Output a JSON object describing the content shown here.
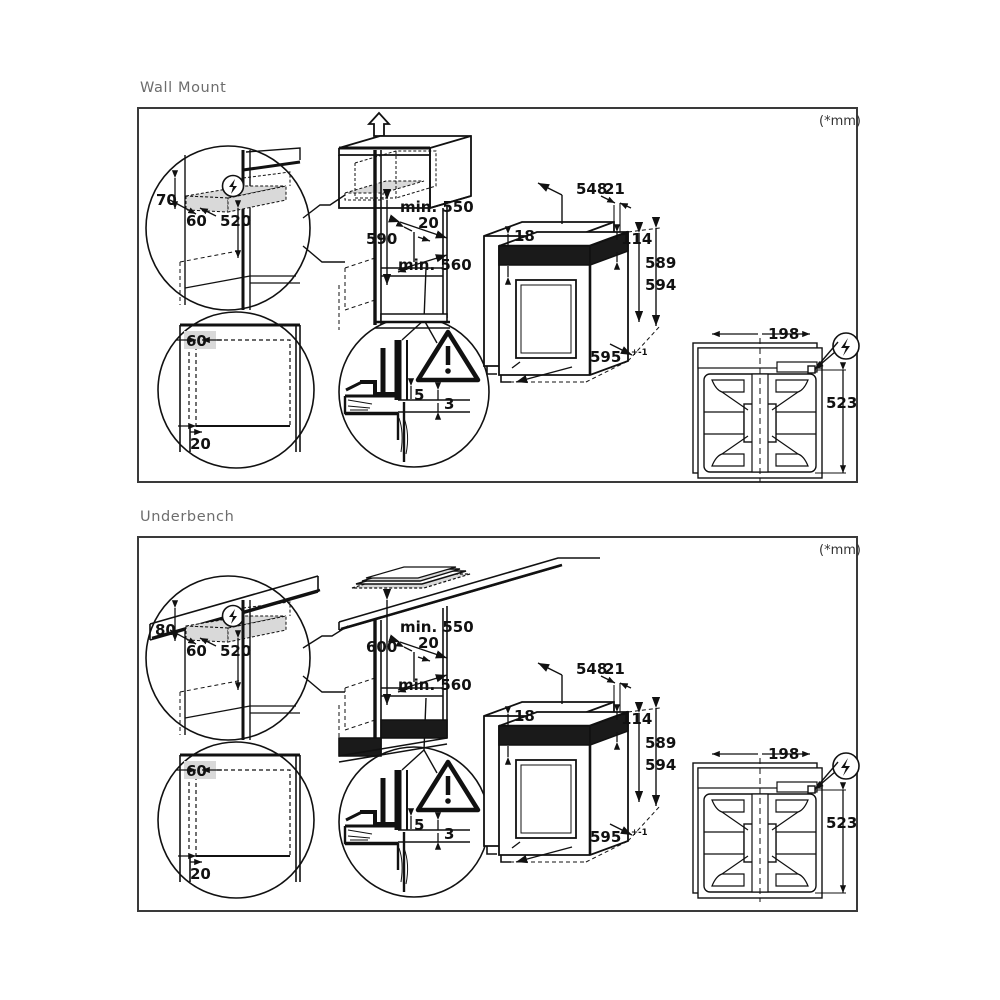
{
  "page": {
    "units_note": "(*mm)"
  },
  "sections": [
    {
      "id": "wall-mount",
      "title": "Wall Mount",
      "units_note": "(*mm)",
      "cabinet": {
        "height_to_shelf": "590",
        "min_depth_upper": "min. 550",
        "gap": "20",
        "min_depth_lower": "min. 560"
      },
      "electrical_inset": {
        "top_offset": "70",
        "side_offset": "60",
        "zone_height": "520",
        "icon": "lightning-bolt-icon"
      },
      "clearance_inset": {
        "front_gap": "60",
        "rear_gap": "20"
      },
      "worktop_inset": {
        "overhang": "5",
        "thickness": "3",
        "icon": "warning-triangle-icon"
      },
      "oven": {
        "depth_body": "548",
        "door_thickness": "21",
        "panel_height": "18",
        "control_height": "114",
        "height_body": "589",
        "height_overall": "594",
        "width": "595",
        "width_tolerance": "+-1"
      },
      "hob": {
        "burner_width": "198",
        "depth": "523",
        "icon": "lightning-bolt-icon"
      }
    },
    {
      "id": "underbench",
      "title": "Underbench",
      "units_note": "(*mm)",
      "cabinet": {
        "height_to_shelf": "600",
        "min_depth_upper": "min. 550",
        "gap": "20",
        "min_depth_lower": "min. 560"
      },
      "electrical_inset": {
        "top_offset": "80",
        "side_offset": "60",
        "zone_height": "520",
        "icon": "lightning-bolt-icon"
      },
      "clearance_inset": {
        "front_gap": "60",
        "rear_gap": "20"
      },
      "worktop_inset": {
        "overhang": "5",
        "thickness": "3",
        "icon": "warning-triangle-icon"
      },
      "oven": {
        "depth_body": "548",
        "door_thickness": "21",
        "panel_height": "18",
        "control_height": "114",
        "height_body": "589",
        "height_overall": "594",
        "width": "595",
        "width_tolerance": "+-1"
      },
      "hob": {
        "burner_width": "198",
        "depth": "523",
        "icon": "lightning-bolt-icon"
      }
    }
  ],
  "colors": {
    "line": "#111111",
    "frame": "#3a3a3a",
    "title": "#6d6d6d",
    "highlight": "#d9d9d9"
  }
}
